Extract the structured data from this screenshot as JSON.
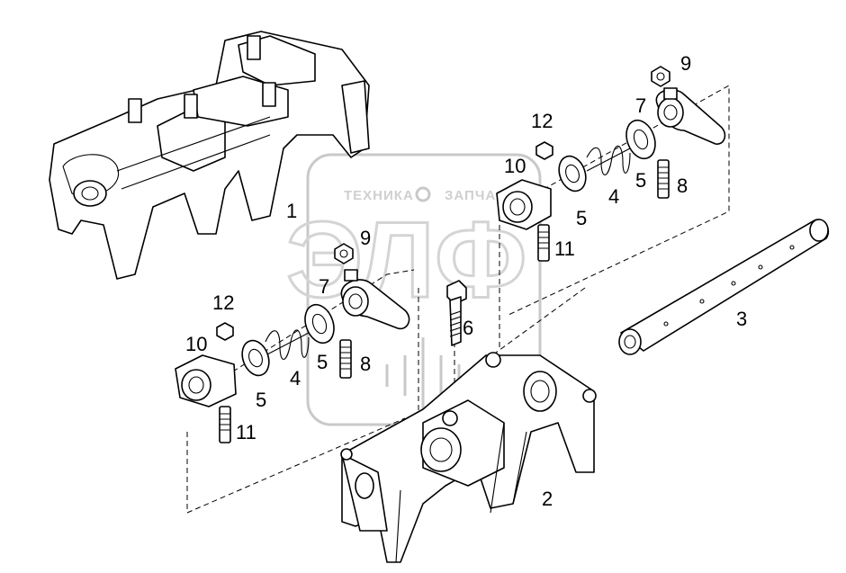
{
  "watermark": {
    "text_left": "ТЕХНИКА",
    "text_right": "ЗАПЧАСТИ",
    "logo": "ЭЛФ"
  },
  "callouts": {
    "c1": "1",
    "c2": "2",
    "c3": "3",
    "c4a": "4",
    "c4b": "4",
    "c5a": "5",
    "c5b": "5",
    "c5c": "5",
    "c5d": "5",
    "c6": "6",
    "c7a": "7",
    "c7b": "7",
    "c8a": "8",
    "c8b": "8",
    "c9a": "9",
    "c9b": "9",
    "c10a": "10",
    "c10b": "10",
    "c11a": "11",
    "c11b": "11",
    "c12a": "12",
    "c12b": "12"
  }
}
